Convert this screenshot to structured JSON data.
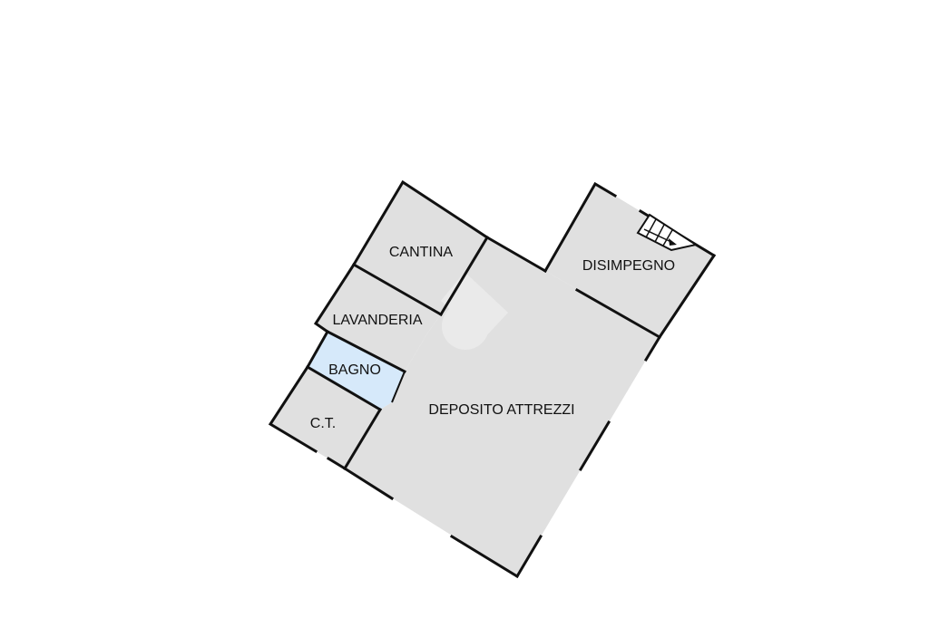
{
  "colors": {
    "floor": "#e0e0e0",
    "bathroom": "#d6e9fa",
    "wall": "#111111",
    "background": "#ffffff",
    "watermark": "#f4f4f4"
  },
  "rooms": [
    {
      "id": "cantina",
      "label": "CANTINA"
    },
    {
      "id": "lavanderia",
      "label": "LAVANDERIA"
    },
    {
      "id": "bagno",
      "label": "BAGNO"
    },
    {
      "id": "ct",
      "label": "C.T."
    },
    {
      "id": "deposito",
      "label": "DEPOSITO ATTREZZI"
    },
    {
      "id": "disimpegno",
      "label": "DISIMPEGNO"
    }
  ],
  "icons": {
    "stairs": "staircase-icon",
    "watermark": "watermark-logo-icon"
  }
}
